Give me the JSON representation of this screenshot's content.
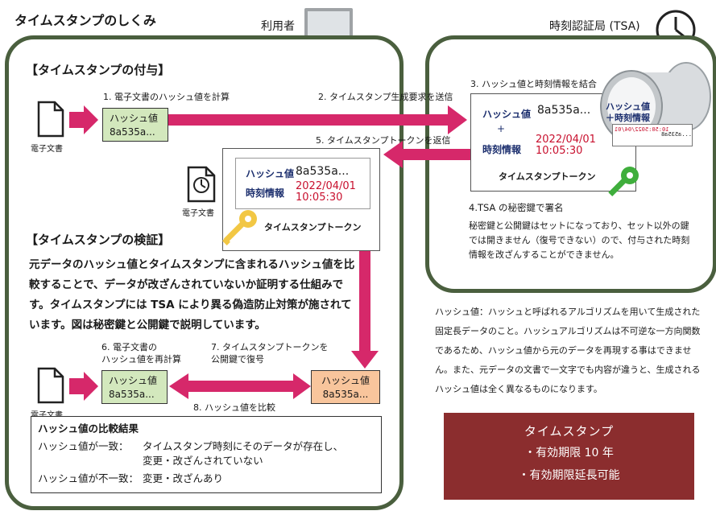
{
  "page_title": "タイムスタンプのしくみ",
  "user_label": "利用者",
  "tsa_label": "時刻認証局 (TSA)",
  "grant": {
    "title": "【タイムスタンプの付与】",
    "doc_label": "電子文書",
    "step1": "1. 電子文書のハッシュ値を計算",
    "hash_label": "ハッシュ値",
    "hash_value": "8a535a...",
    "step2": "2. タイムスタンプ生成要求を送信",
    "step5": "5. タイムスタンプトークンを返信",
    "returned_doc_label": "電子文書",
    "token_hash_label": "ハッシュ値",
    "token_hash_value": "8a535a...",
    "token_time_label": "時刻情報",
    "token_time_value": "2022/04/01 10:05:30",
    "token_name": "タイムスタンプトークン"
  },
  "tsa": {
    "step3": "3. ハッシュ値と時刻情報を結合",
    "hash_label": "ハッシュ値",
    "hash_value": "8a535a...",
    "plus": "+",
    "time_label": "時刻情報",
    "time_value": "2022/04/01 10:05:30",
    "stamp_text1": "ハッシュ値",
    "stamp_text2": "＋時刻情報",
    "stamp_small1": "10:50:5022/04/01",
    "stamp_small2": "...a535a8",
    "token_name": "タイムスタンプトークン",
    "step4": "4.TSA の秘密鍵で署名",
    "step4_desc": "秘密鍵と公開鍵はセットになっており、セット以外の鍵では開きません（復号できない）ので、付与された時刻情報を改ざんすることができません。"
  },
  "verify": {
    "title": "【タイムスタンプの検証】",
    "description": "元データのハッシュ値とタイムスタンプに含まれるハッシュ値を比較することで、データが改ざんされていないか証明する仕組みです。タイムスタンプには TSA により異る偽造防止対策が施されています。図は秘密鍵と公開鍵で説明しています。",
    "doc_label": "電子文書",
    "step6": "6. 電子文書の\nハッシュ値を再計算",
    "hash_label": "ハッシュ値",
    "hash_value": "8a535a...",
    "step7": "7. タイムスタンプトークンを\n公開鍵で復号",
    "decoded_hash_label": "ハッシュ値",
    "decoded_hash_value": "8a535a...",
    "step8": "8. ハッシュ値を比較"
  },
  "result": {
    "title": "ハッシュ値の比較結果",
    "match_label": "ハッシュ値が一致：",
    "match_text": "タイムスタンプ時刻にそのデータが存在し、\n変更・改ざんされていない",
    "mismatch_label": "ハッシュ値が不一致：",
    "mismatch_text": "変更・改ざんあり"
  },
  "hash_note": "ハッシュ値：ハッシュと呼ばれるアルゴリズムを用いて生成された固定長データのこと。ハッシュアルゴリズムは不可逆な一方向関数であるため、ハッシュ値から元のデータを再現する事はできません。また、元データの文書で一文字でも内容が違うと、生成されるハッシュ値は全く異なるものになります。",
  "summary": {
    "title": "タイムスタンプ",
    "item1": "・有効期限 10 年",
    "item2": "・有効期限延長可能"
  },
  "colors": {
    "panel_border": "#4a5f3e",
    "arrow": "#d6286a",
    "green_box": "#d3e8bd",
    "orange_box": "#f8c59c",
    "maroon": "#8b2d2e",
    "key": "#f2c744",
    "key_tsa": "#3fae3c",
    "navy": "#1c2f6e",
    "red": "#c8102e"
  },
  "icons": [
    "document-icon",
    "clock-document-icon",
    "computer-icon",
    "clock-icon",
    "key-icon",
    "stamp-icon"
  ]
}
